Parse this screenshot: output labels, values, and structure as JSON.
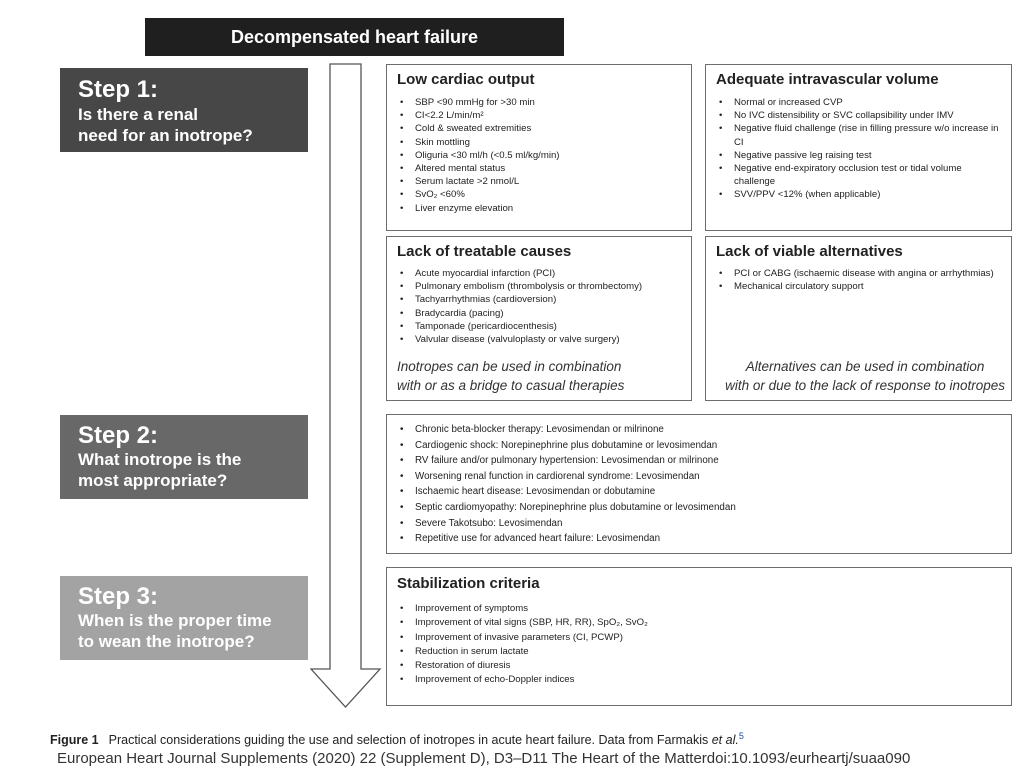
{
  "title": "Decompensated heart failure",
  "steps": [
    {
      "label": "Step 1:",
      "question_lines": [
        "Is there a renal",
        "need for an inotrope?"
      ]
    },
    {
      "label": "Step 2:",
      "question_lines": [
        "What inotrope is the",
        "most appropriate?"
      ]
    },
    {
      "label": "Step 3:",
      "question_lines": [
        "When is the proper time",
        "to wean the inotrope?"
      ]
    }
  ],
  "boxes": {
    "low_cardiac_output": {
      "title": "Low cardiac output",
      "items": [
        "SBP <90 mmHg for >30 min",
        "CI<2.2 L/min/m²",
        "Cold & sweated extremities",
        "Skin mottling",
        "Oliguria <30 ml/h (<0.5 ml/kg/min)",
        "Altered mental status",
        "Serum lactate >2 nmol/L",
        "SvO₂ <60%",
        "Liver enzyme elevation"
      ]
    },
    "adequate_volume": {
      "title": "Adequate intravascular volume",
      "items": [
        "Normal or increased CVP",
        "No IVC distensibility or SVC collapsibility under IMV",
        "Negative fluid challenge (rise in filling pressure w/o increase in CI",
        "Negative passive leg raising test",
        "Negative end-expiratory occlusion test or tidal volume challenge",
        "SVV/PPV <12% (when applicable)"
      ]
    },
    "treatable_causes": {
      "title": "Lack of treatable causes",
      "items": [
        "Acute myocardial infarction (PCI)",
        "Pulmonary embolism (thrombolysis or thrombectomy)",
        "Tachyarrhythmias (cardioversion)",
        "Bradycardia (pacing)",
        "Tamponade (pericardiocenthesis)",
        "Valvular disease (valvuloplasty or valve surgery)"
      ],
      "note_lines": [
        "Inotropes can be used in combination",
        "with or as a bridge to casual therapies"
      ]
    },
    "viable_alternatives": {
      "title": "Lack of viable alternatives",
      "items": [
        "PCI or CABG (ischaemic disease with angina or arrhythmias)",
        "Mechanical circulatory support"
      ],
      "note_lines": [
        "Alternatives can be used in combination",
        "with or due to the lack of response to inotropes"
      ]
    },
    "step2_list": {
      "items": [
        "Chronic beta-blocker therapy: Levosimendan or milrinone",
        "Cardiogenic shock: Norepinephrine plus dobutamine or levosimendan",
        "RV failure and/or pulmonary hypertension: Levosimendan or milrinone",
        "Worsening renal function in cardiorenal syndrome: Levosimendan",
        "Ischaemic heart disease: Levosimendan or dobutamine",
        "Septic cardiomyopathy: Norepinephrine plus dobutamine or levosimendan",
        "Severe Takotsubo: Levosimendan",
        "Repetitive use for advanced heart failure: Levosimendan"
      ]
    },
    "stabilization": {
      "title": "Stabilization criteria",
      "items": [
        "Improvement of symptoms",
        "Improvement of vital signs (SBP, HR, RR), SpO₂, SvO₂",
        "Improvement of invasive parameters (CI, PCWP)",
        "Reduction in serum lactate",
        "Restoration of diuresis",
        "Improvement of echo-Doppler indices"
      ]
    }
  },
  "caption": {
    "label": "Figure 1",
    "text": "Practical considerations guiding the use and selection of inotropes in acute heart failure. Data from Farmakis ",
    "italic": "et al.",
    "ref": "5"
  },
  "source": "European Heart Journal Supplements (2020) 22 (Supplement D), D3–D11 The Heart of the Matterdoi:10.1093/eurheartj/suaa090",
  "colors": {
    "title_bg": "#1f1f1f",
    "step1_bg": "#474747",
    "step2_bg": "#686868",
    "step3_bg": "#a3a3a3",
    "box_border": "#6d6d6d"
  }
}
